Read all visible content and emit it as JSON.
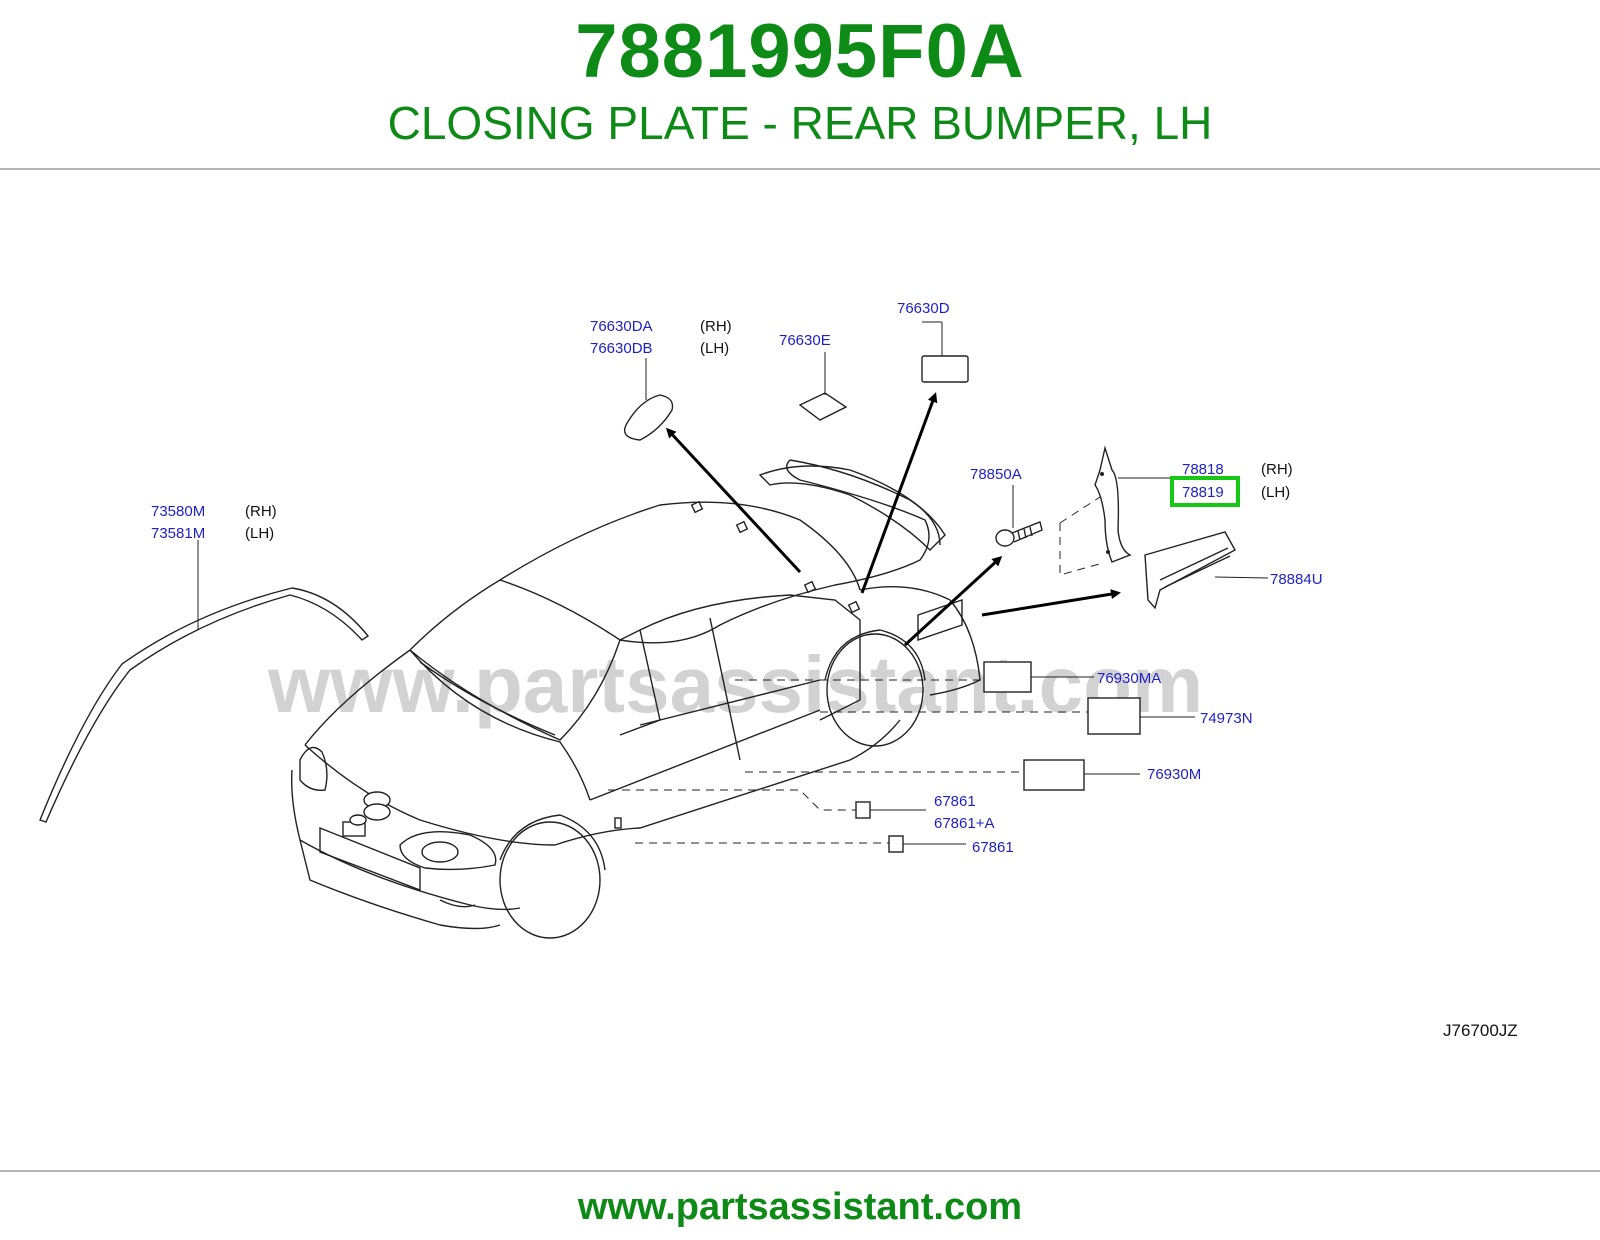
{
  "header": {
    "part_number": "7881995F0A",
    "description": "CLOSING PLATE - REAR BUMPER, LH"
  },
  "diagram": {
    "watermark": "www.partsassistant.com",
    "reference_code": "J76700JZ",
    "callouts": {
      "c73580M": "73580M",
      "c73580M_side": "(RH)",
      "c73581M": "73581M",
      "c73581M_side": "(LH)",
      "c76630DA": "76630DA",
      "c76630DA_side": "(RH)",
      "c76630DB": "76630DB",
      "c76630DB_side": "(LH)",
      "c76630E": "76630E",
      "c76630D": "76630D",
      "c78850A": "78850A",
      "c78818": "78818",
      "c78818_side": "(RH)",
      "c78819": "78819",
      "c78819_side": "(LH)",
      "c78884U": "78884U",
      "c76930MA": "76930MA",
      "c74973N": "74973N",
      "c76930M": "76930M",
      "c67861a": "67861",
      "c67861A": "67861+A",
      "c67861b": "67861"
    },
    "highlighted_callout": "78819",
    "highlight_color": "#14c814"
  },
  "footer": {
    "url": "www.partsassistant.com"
  },
  "colors": {
    "brand_green": "#0e8a16",
    "callout_blue": "#1f1fc8",
    "divider_gray": "#b5b5b5"
  }
}
